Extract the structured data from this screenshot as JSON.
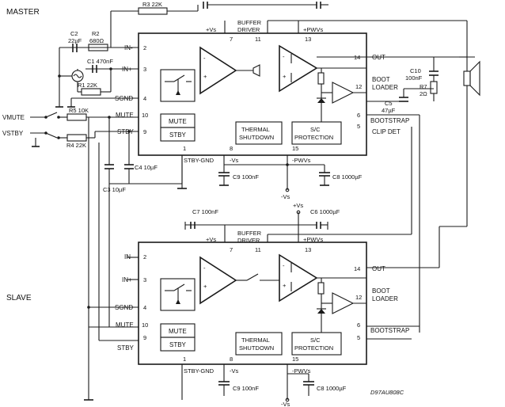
{
  "sections": {
    "master": "MASTER",
    "slave": "SLAVE"
  },
  "inputs": {
    "vmute": "VMUTE",
    "vstby": "VSTBY"
  },
  "drawing_code": "D97AU808C",
  "master_ic": {
    "in_minus": "IN-",
    "in_plus": "IN+",
    "sgnd": "SGND",
    "mute": "MUTE",
    "stby": "STBY",
    "vs_plus": "+Vs",
    "buffer_driver": "BUFFER\nDRIVER",
    "pwvs_plus": "+PWVs",
    "out": "OUT",
    "boot_loader": "BOOT\nLOADER",
    "bootstrap": "BOOTSTRAP",
    "clip_det": "CLIP DET",
    "stby_gnd": "STBY-GND",
    "vs_minus": "-Vs",
    "pwvs_minus": "-PWVs",
    "thermal": "THERMAL\nSHUTDOWN",
    "sc_protection": "S/C\nPROTECTION",
    "mute_block": "MUTE",
    "stby_block": "STBY",
    "pins": {
      "p2": "2",
      "p3": "3",
      "p4": "4",
      "p10": "10",
      "p9": "9",
      "p7": "7",
      "p11": "11",
      "p13": "13",
      "p14": "14",
      "p12": "12",
      "p6": "6",
      "p5": "5",
      "p1": "1",
      "p8": "8",
      "p15": "15"
    }
  },
  "slave_ic": {
    "in_minus": "IN-",
    "in_plus": "IN+",
    "sgnd": "SGND",
    "mute": "MUTE",
    "stby": "STBY",
    "vs_plus": "+Vs",
    "buffer_driver": "BUFFER\nDRIVER",
    "pwvs_plus": "+PWVs",
    "out": "OUT",
    "boot_loader": "BOOT\nLOADER",
    "bootstrap": "BOOTSTRAP",
    "stby_gnd": "STBY-GND",
    "vs_minus": "-Vs",
    "pwvs_minus": "-PWVs",
    "thermal": "THERMAL\nSHUTDOWN",
    "sc_protection": "S/C\nPROTECTION",
    "mute_block": "MUTE",
    "stby_block": "STBY",
    "pins": {
      "p2": "2",
      "p3": "3",
      "p4": "4",
      "p10": "10",
      "p9": "9",
      "p7": "7",
      "p11": "11",
      "p13": "13",
      "p14": "14",
      "p12": "12",
      "p6": "6",
      "p5": "5",
      "p1": "1",
      "p8": "8",
      "p15": "15"
    }
  },
  "components": {
    "r3": "R3 22K",
    "c2": "C2\n22µF",
    "r2": "R2\n680Ω",
    "c1": "C1 470nF",
    "r1": "R1 22K",
    "r5": "R5 10K",
    "r4": "R4 22K",
    "c4": "C4 10µF",
    "c3": "C3 10µF",
    "c9_top": "C9 100nF",
    "c8_top": "C8 1000µF",
    "c10": "C10\n100nF",
    "r7": "R7\n2Ω",
    "c5": "C5\n47µF",
    "c7": "C7 100nF",
    "c6": "C6 1000µF",
    "c9_bot": "C9 100nF",
    "c8_bot": "C8 1000µF"
  },
  "rails": {
    "top_vs_minus": "-Vs",
    "mid_vs_plus": "+Vs",
    "bot_vs_minus": "-Vs"
  }
}
